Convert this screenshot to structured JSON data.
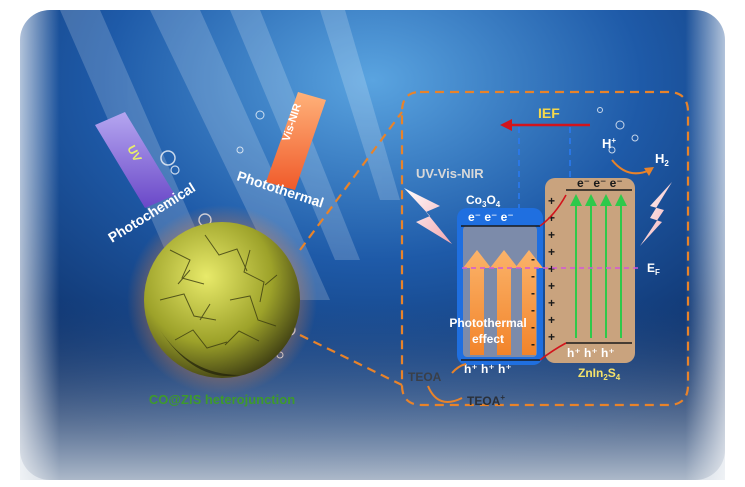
{
  "labels": {
    "uv": "UV",
    "vis_nir": "Vis-NIR",
    "photochemical": "Photochemical",
    "photothermal": "Photothermal",
    "uv_vis_nir": "UV-Vis-NIR",
    "ief": "IEF",
    "h_plus": "H",
    "h_plus_sup": "+",
    "h2": "H",
    "h2_sub": "2",
    "ef": "E",
    "ef_sub": "F",
    "co3o4": "Co",
    "co3o4_sub1": "3",
    "co3o4_o": "O",
    "co3o4_sub2": "4",
    "zis": "ZnIn",
    "zis_sub1": "2",
    "zis_s": "S",
    "zis_sub2": "4",
    "electrons": "e⁻ e⁻ e⁻",
    "holes": "h⁺ h⁺ h⁺",
    "photothermal_effect_1": "Photothermal",
    "photothermal_effect_2": "effect",
    "teoa": "TEOA",
    "teoa_plus": "TEOA",
    "teoa_plus_sup": "+",
    "heterojunction": "CO@ZIS heterojunction"
  },
  "colors": {
    "background_deep": "#0b2f66",
    "background_light": "#3b83c9",
    "co3o4_band": "#1f6fe0",
    "zis_band": "#c9a37e",
    "arrow_orange": "#f08a2c",
    "arrow_green": "#2ec94a",
    "ief_red": "#d2141c",
    "dash_orange": "#e8832a",
    "heterojunction_text": "#3e9a2c",
    "zis_label": "#f6e36a",
    "ief_label": "#f5d84a"
  }
}
